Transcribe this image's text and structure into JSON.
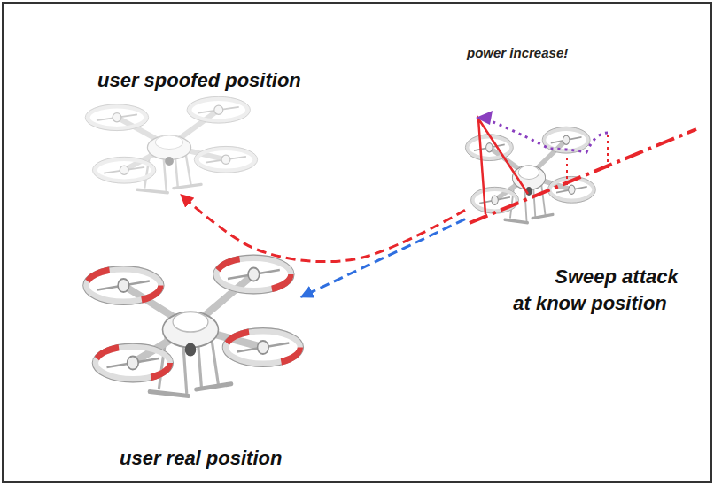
{
  "diagram": {
    "nodes": [
      {
        "text": [
          "user spoofed position"
        ]
      },
      {
        "text": [
          "Sweep attack at know position"
        ]
      },
      {
        "text": [
          "user real position"
        ]
      }
    ],
    "edges": [
      {
        "from": 1,
        "to": 0,
        "arrow": "to"
      },
      {
        "from": 1,
        "to": 2,
        "arrow": "to"
      }
    ],
    "labels": [
      "power increase!"
    ]
  }
}
